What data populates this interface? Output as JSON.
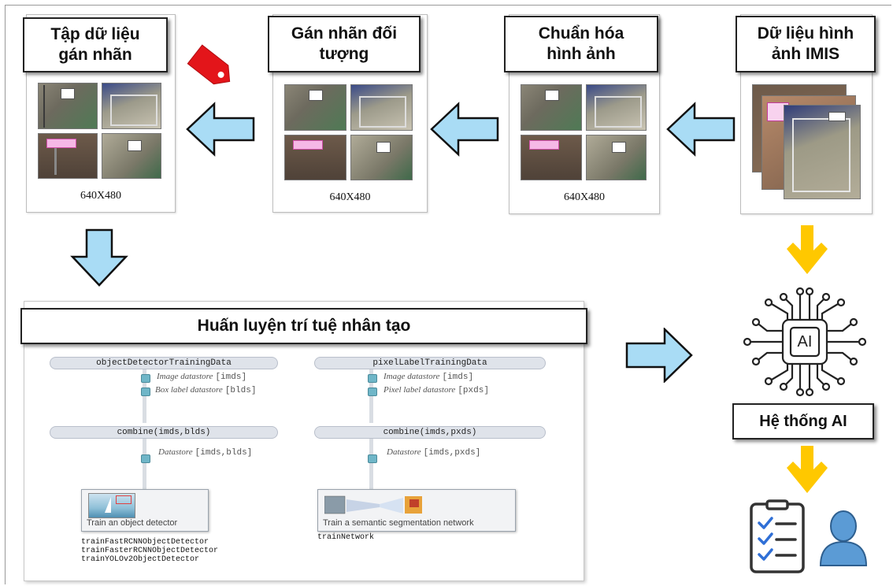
{
  "stages": {
    "labeled_dataset": {
      "title": "Tập dữ liệu\ngán nhãn",
      "size": "640X480"
    },
    "object_labeling": {
      "title": "Gán nhãn đối\ntượng",
      "size": "640X480"
    },
    "image_normalization": {
      "title": "Chuẩn hóa\nhình ảnh",
      "size": "640X480"
    },
    "imis_images": {
      "title": "Dữ liệu hình\nảnh IMIS"
    }
  },
  "training": {
    "title": "Huấn luyện trí tuệ nhân tạo",
    "left": {
      "top_pill": "objectDetectorTrainingData",
      "ds1_italic": "Image datastore",
      "ds1_mono": "[imds]",
      "ds2_italic": "Box label datastore",
      "ds2_mono": "[blds]",
      "combine": "combine(imds,blds)",
      "ds3_italic": "Datastore",
      "ds3_mono": "[imds,blds]",
      "caption": "Train an object detector",
      "functions": [
        "trainFastRCNNObjectDetector",
        "trainFasterRCNNObjectDetector",
        "trainYOLOv2ObjectDetector"
      ]
    },
    "right": {
      "top_pill": "pixelLabelTrainingData",
      "ds1_italic": "Image datastore",
      "ds1_mono": "[imds]",
      "ds2_italic": "Pixel label datastore",
      "ds2_mono": "[pxds]",
      "combine": "combine(imds,pxds)",
      "ds3_italic": "Datastore",
      "ds3_mono": "[imds,pxds]",
      "caption": "Train a semantic segmentation network",
      "functions": [
        "trainNetwork"
      ]
    }
  },
  "ai_system": {
    "chip_label": "AI",
    "title": "Hệ thống AI"
  },
  "colors": {
    "blue_arrow": "#a9dcf5",
    "yellow_arrow": "#ffc800",
    "tag_red": "#e3151a",
    "person_blue": "#5b9bd5"
  },
  "icons": [
    "price-tag-icon",
    "ai-chip-icon",
    "checklist-icon",
    "user-icon"
  ]
}
